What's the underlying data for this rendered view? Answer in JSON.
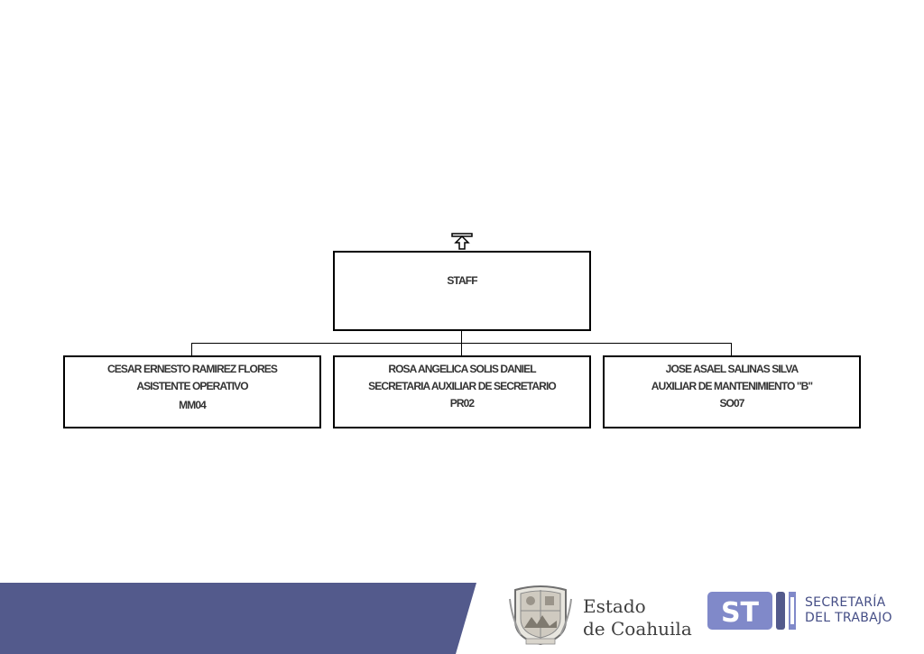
{
  "org_chart": {
    "root": {
      "label": "STAFF"
    },
    "children": [
      {
        "name": "CESAR ERNESTO RAMIREZ FLORES",
        "position": "ASISTENTE OPERATIVO",
        "code": "MM04"
      },
      {
        "name": "ROSA ANGELICA SOLIS DANIEL",
        "position": "SECRETARIA AUXILIAR DE SECRETARIO",
        "code": "PR02"
      },
      {
        "name": "JOSE ASAEL SALINAS SILVA",
        "position": "AUXILIAR DE MANTENIMIENTO \"B\"",
        "code": "SO07"
      }
    ]
  },
  "footer": {
    "band_color": "#535a8c",
    "estado_logo": {
      "line1": "Estado",
      "line2": "de Coahuila",
      "icon": "state-seal-icon"
    },
    "secretaria_logo": {
      "badge": "ST",
      "line1": "SECRETARÍA",
      "line2": "DEL TRABAJO",
      "color": "#535a8c",
      "badge_color": "#8089c9"
    }
  }
}
